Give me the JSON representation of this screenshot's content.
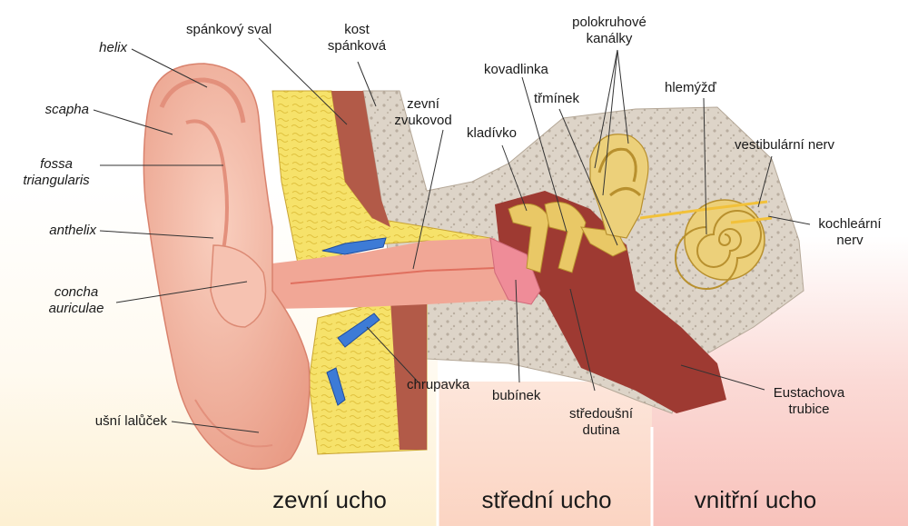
{
  "colors": {
    "outer_zone": "#fdf3dc",
    "middle_zone": "#fbd8c8",
    "inner_zone": "#f8c2bb",
    "skin": "#f3b9a6",
    "skin_dark": "#e3907c",
    "cartilage": "#f6e26a",
    "bone": "#ddd4c8",
    "muscle": "#b25a48",
    "cavity": "#9e3a32",
    "ossicle": "#e9c866",
    "eardrum": "#ef8c98",
    "canal": "#f1a796"
  },
  "labels": {
    "helix": "helix",
    "scapha": "scapha",
    "fossa_1": "fossa",
    "fossa_2": "triangularis",
    "anthelix": "anthelix",
    "concha_1": "concha",
    "concha_2": "auriculae",
    "lobule": "ušní lalůček",
    "temporal_muscle": "spánkový sval",
    "temporal_bone_1": "kost",
    "temporal_bone_2": "spánková",
    "ear_canal_1": "zevní",
    "ear_canal_2": "zvukovod",
    "cartilage": "chrupavka",
    "eardrum": "bubínek",
    "malleus": "kladívko",
    "incus": "kovadlinka",
    "stapes": "třmínek",
    "semicircular_1": "polokruhové",
    "semicircular_2": "kanálky",
    "cochlea": "hlemýžď",
    "vestibular_nerve": "vestibulární nerv",
    "cochlear_nerve_1": "kochleární",
    "cochlear_nerve_2": "nerv",
    "tympanic_cavity_1": "středoušní",
    "tympanic_cavity_2": "dutina",
    "eustachian_1": "Eustachova",
    "eustachian_2": "trubice"
  },
  "zones": {
    "outer": "zevní ucho",
    "middle": "střední ucho",
    "inner": "vnitřní ucho"
  }
}
